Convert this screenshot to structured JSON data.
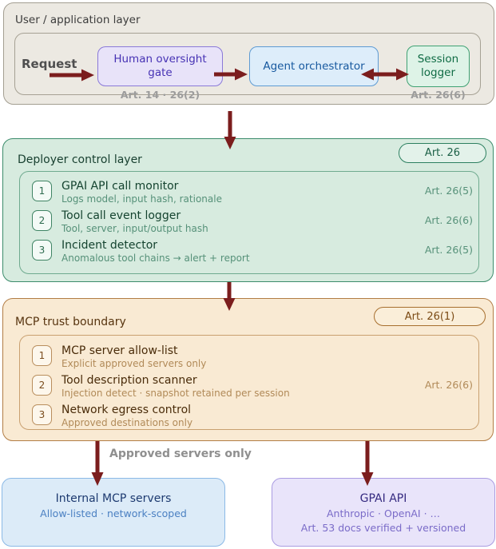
{
  "colors": {
    "arrow": "#7b1d1d",
    "user_layer_bg": "#ece9e2",
    "deployer_bg": "#d7ebdf",
    "mcp_bg": "#f9ead3",
    "internal_box_bg": "#dcebf8",
    "gpai_box_bg": "#e9e4fa",
    "gate_accent": "#8a79d8",
    "orchestrator_accent": "#5e9bd3",
    "session_accent": "#3fa173"
  },
  "user_layer": {
    "title": "User / application layer",
    "request_label": "Request",
    "gate": {
      "label": "Human oversight gate",
      "art": "Art. 14 · 26(2)"
    },
    "orchestrator": {
      "label": "Agent orchestrator"
    },
    "session": {
      "label": "Session logger",
      "art": "Art. 26(6)"
    }
  },
  "deployer_layer": {
    "title": "Deployer control layer",
    "badge": "Art. 26",
    "items": [
      {
        "num": "1",
        "title": "GPAI API call monitor",
        "subtitle": "Logs model, input hash, rationale",
        "art": "Art. 26(5)"
      },
      {
        "num": "2",
        "title": "Tool call event logger",
        "subtitle": "Tool, server, input/output hash",
        "art": "Art. 26(6)"
      },
      {
        "num": "3",
        "title": "Incident detector",
        "subtitle": "Anomalous tool chains → alert + report",
        "art": "Art. 26(5)"
      }
    ]
  },
  "mcp_layer": {
    "title": "MCP trust boundary",
    "badge": "Art. 26(1)",
    "items": [
      {
        "num": "1",
        "title": "MCP server allow-list",
        "subtitle": "Explicit approved servers only",
        "art": ""
      },
      {
        "num": "2",
        "title": "Tool description scanner",
        "subtitle": "Injection detect · snapshot retained per session",
        "art": "Art. 26(6)"
      },
      {
        "num": "3",
        "title": "Network egress control",
        "subtitle": "Approved destinations only",
        "art": ""
      }
    ]
  },
  "edge_label": "Approved servers only",
  "bottom": {
    "internal": {
      "title": "Internal MCP servers",
      "subtitle": "Allow-listed · network-scoped"
    },
    "gpai": {
      "title": "GPAI API",
      "subtitle1": "Anthropic · OpenAI · …",
      "subtitle2": "Art. 53 docs verified + versioned"
    }
  }
}
